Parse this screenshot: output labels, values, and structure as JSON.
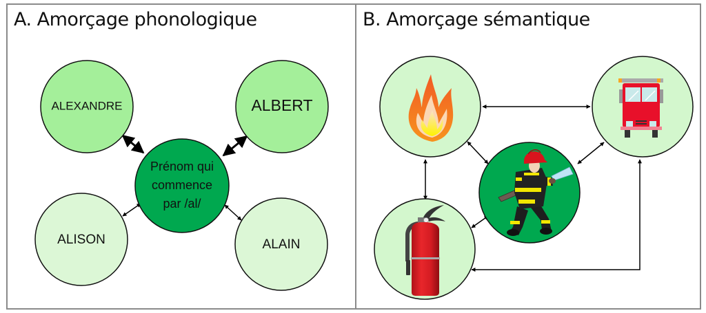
{
  "panels": {
    "a": {
      "title": "A. Amorçage phonologique",
      "center_node": {
        "lines": [
          "Prénom qui",
          "commence",
          "par /al/"
        ],
        "color": "#00a84f"
      },
      "nodes": [
        {
          "id": "alexandre",
          "label": "ALEXANDRE",
          "color": "#a4ef9a",
          "link_strength": "strong"
        },
        {
          "id": "albert",
          "label": "ALBERT",
          "color": "#a4ef9a",
          "link_strength": "strong"
        },
        {
          "id": "alison",
          "label": "ALISON",
          "color": "#dcf7d6",
          "link_strength": "weak"
        },
        {
          "id": "alain",
          "label": "ALAIN",
          "color": "#dcf7d6",
          "link_strength": "weak"
        }
      ]
    },
    "b": {
      "title": "B. Amorçage sémantique",
      "center_node": {
        "icon": "firefighter-icon",
        "color": "#00a84f"
      },
      "nodes": [
        {
          "id": "fire",
          "icon": "fire-icon",
          "color": "#d3f7cd"
        },
        {
          "id": "fire-truck",
          "icon": "fire-truck-icon",
          "color": "#d3f7cd"
        },
        {
          "id": "extinguisher",
          "icon": "fire-extinguisher-icon",
          "color": "#d3f7cd"
        }
      ],
      "links": [
        [
          "fire",
          "fire-truck"
        ],
        [
          "fire",
          "firefighter"
        ],
        [
          "fire-truck",
          "firefighter"
        ],
        [
          "fire",
          "extinguisher"
        ],
        [
          "extinguisher",
          "firefighter"
        ],
        [
          "extinguisher",
          "fire-truck"
        ]
      ]
    }
  }
}
